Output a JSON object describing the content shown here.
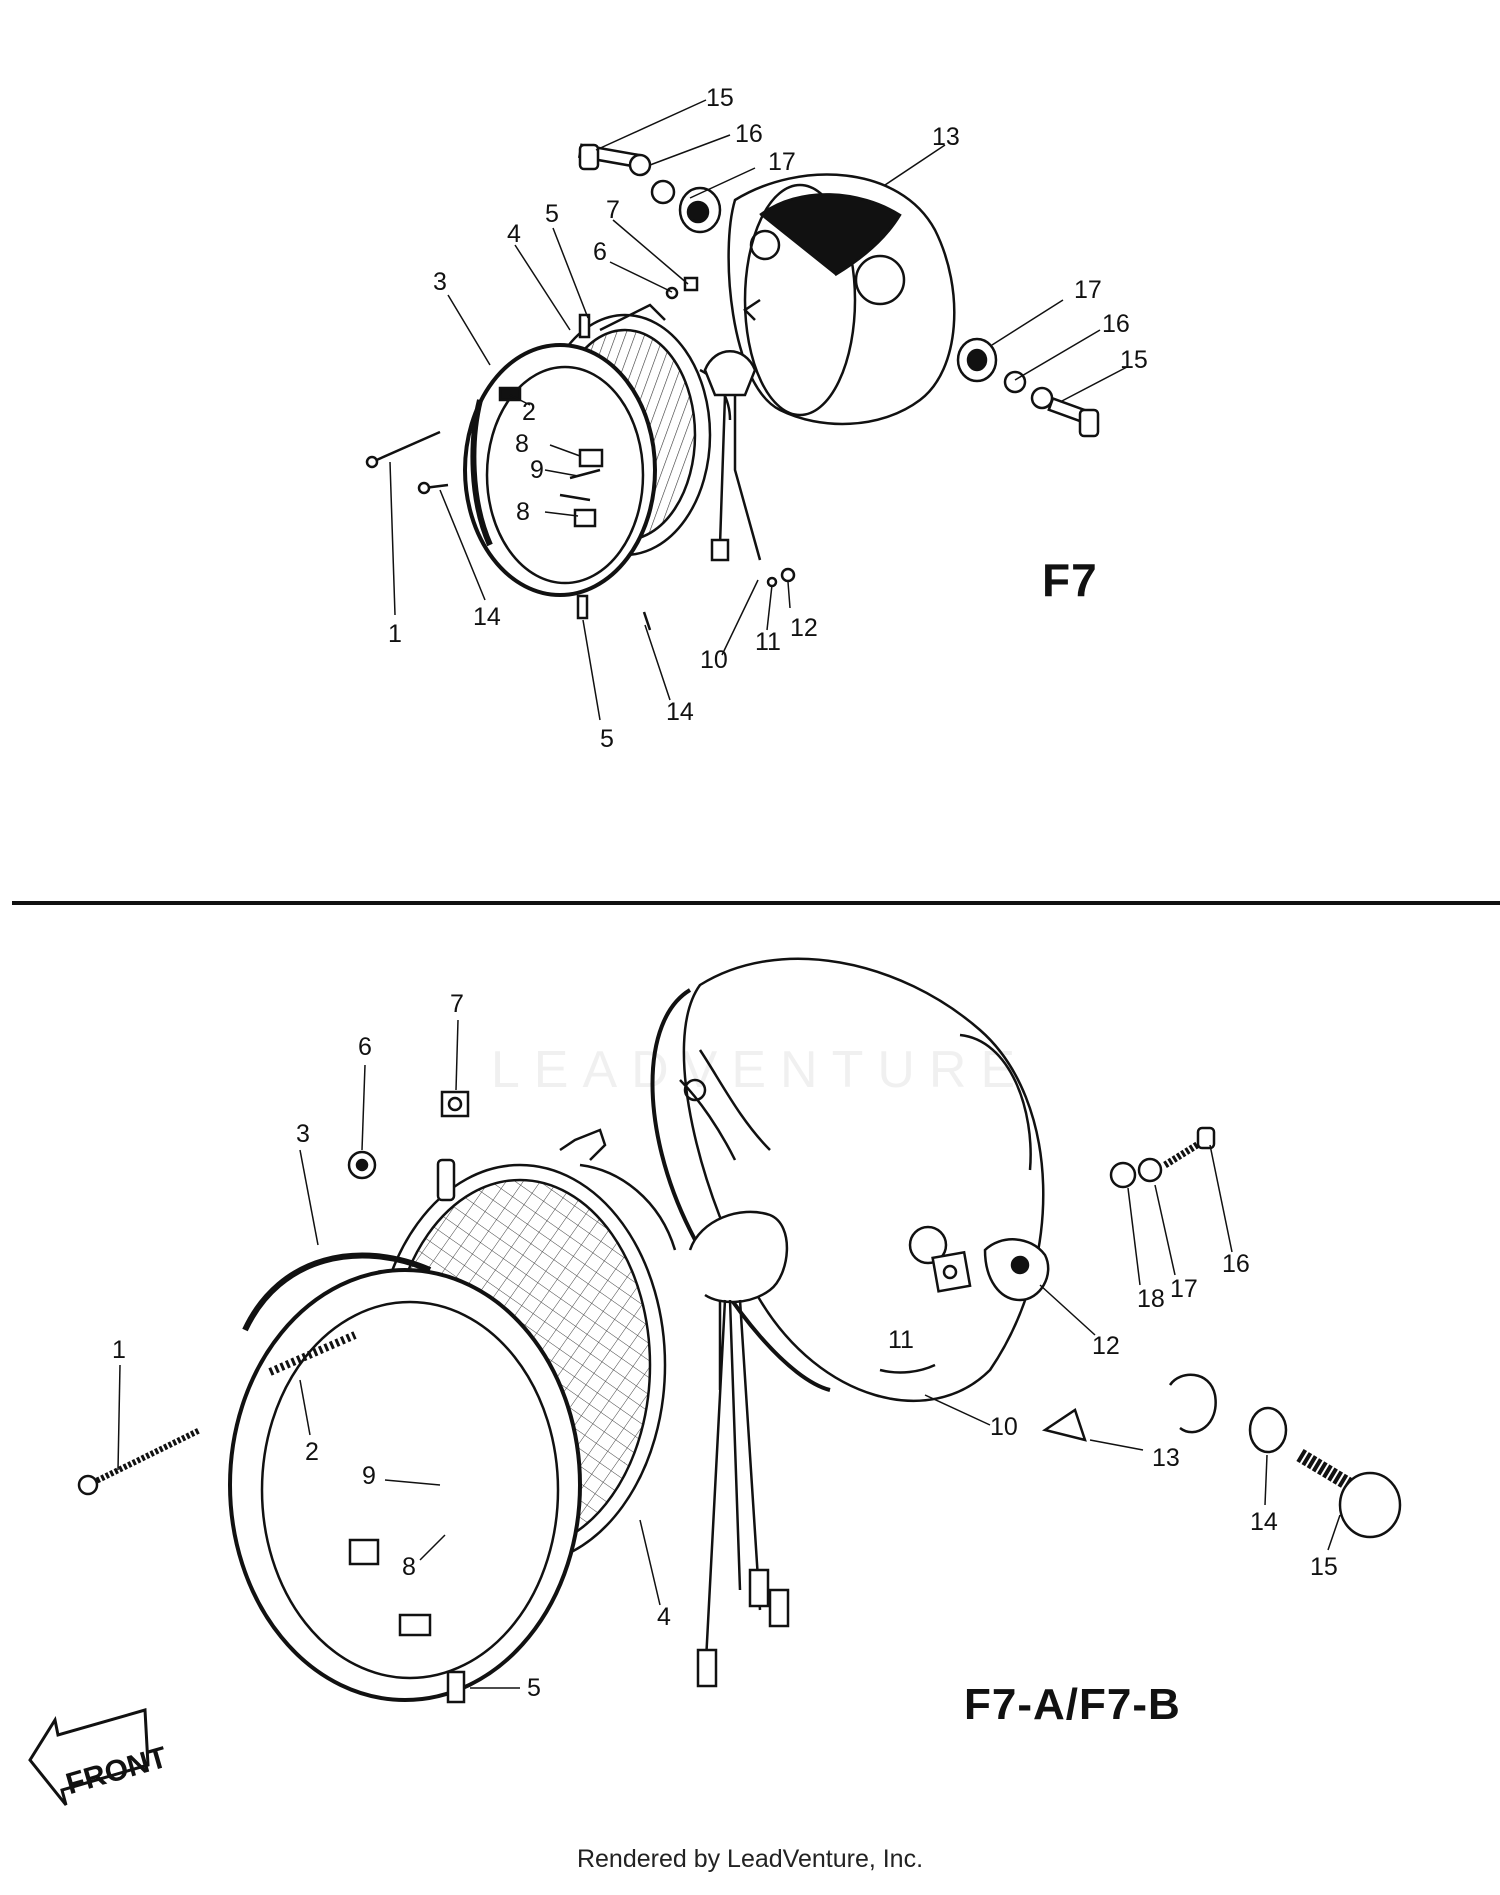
{
  "diagram": {
    "panels": [
      {
        "model_label": "F7"
      },
      {
        "model_label": "F7-A/F7-B"
      }
    ],
    "front_arrow_label": "FRONT",
    "watermark_text": "LEADVENTURE",
    "footer_text": "Rendered by LeadVenture, Inc.",
    "top_callouts": [
      "15",
      "16",
      "17",
      "13",
      "5",
      "4",
      "7",
      "6",
      "3",
      "17",
      "16",
      "15",
      "2",
      "8",
      "9",
      "8",
      "1",
      "14",
      "10",
      "11",
      "12",
      "5",
      "14"
    ],
    "bottom_callouts": [
      "7",
      "6",
      "3",
      "1",
      "2",
      "9",
      "8",
      "4",
      "5",
      "10",
      "11",
      "12",
      "18",
      "17",
      "16",
      "13",
      "14",
      "15"
    ],
    "colors": {
      "ink": "#111111",
      "paper": "#ffffff"
    }
  }
}
